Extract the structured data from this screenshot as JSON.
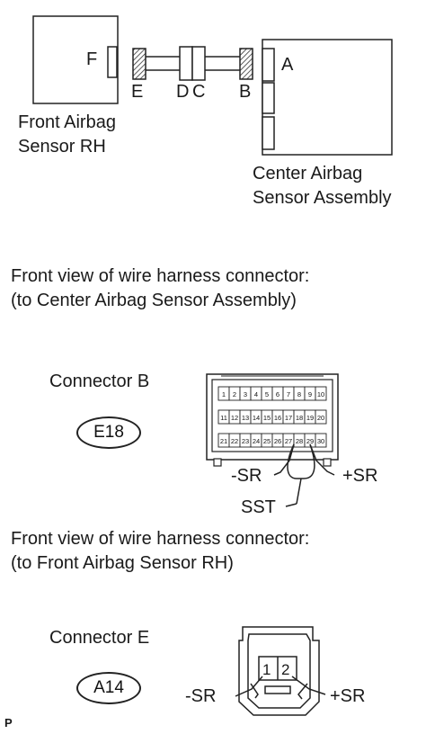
{
  "top_diagram": {
    "connector_f": "F",
    "connector_a": "A",
    "connector_e": "E",
    "connector_d": "D",
    "connector_c": "C",
    "connector_b": "B",
    "left_box_line1": "Front Airbag",
    "left_box_line2": "Sensor RH",
    "right_box_line1": "Center Airbag",
    "right_box_line2": "Sensor Assembly"
  },
  "section1": {
    "heading_line1": "Front view of wire harness connector:",
    "heading_line2": "(to Center Airbag Sensor Assembly)",
    "connector_label": "Connector B",
    "connector_code": "E18",
    "pin_rows": [
      [
        "1",
        "2",
        "3",
        "4",
        "5",
        "6",
        "7",
        "8",
        "9",
        "10"
      ],
      [
        "11",
        "12",
        "13",
        "14",
        "15",
        "16",
        "17",
        "18",
        "19",
        "20"
      ],
      [
        "21",
        "22",
        "23",
        "24",
        "25",
        "26",
        "27",
        "28",
        "29",
        "30"
      ]
    ],
    "minus_label": "-SR",
    "plus_label": "+SR",
    "sst_label": "SST"
  },
  "section2": {
    "heading_line1": "Front view of wire harness connector:",
    "heading_line2": "(to Front Airbag Sensor RH)",
    "connector_label": "Connector E",
    "connector_code": "A14",
    "pins": [
      "1",
      "2"
    ],
    "minus_label": "-SR",
    "plus_label": "+SR"
  },
  "corner_mark": "P"
}
